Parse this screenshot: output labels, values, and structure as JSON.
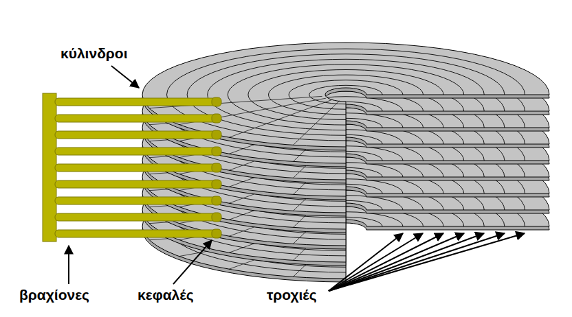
{
  "diagram": {
    "labels": [
      "κύλινδροι",
      "βραχίονες",
      "κεφαλές",
      "τροχιές"
    ]
  }
}
